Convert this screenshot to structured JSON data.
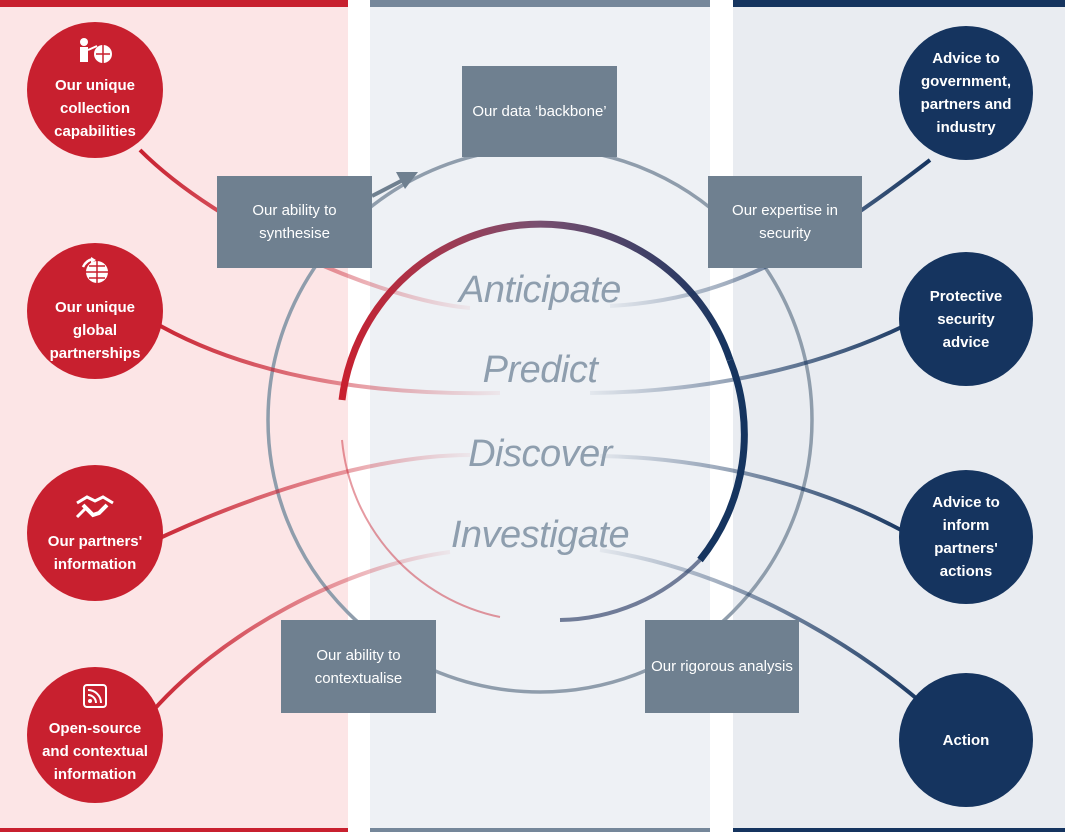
{
  "colors": {
    "red": "#c8202f",
    "navy": "#15345f",
    "box_grey": "#6f8090",
    "stage_text": "#8e9eae",
    "band_left": "#fce5e6",
    "band_mid": "#eef1f5",
    "band_right": "#e9ecf1"
  },
  "inputs": [
    {
      "label": "Our unique collection capabilities",
      "icon": "person-globe-icon"
    },
    {
      "label": "Our unique global partnerships",
      "icon": "globe-refresh-icon"
    },
    {
      "label": "Our partners' information",
      "icon": "handshake-icon"
    },
    {
      "label": "Open-source and contextual information",
      "icon": "rss-icon"
    }
  ],
  "outputs": [
    {
      "label": "Advice to government, partners and industry"
    },
    {
      "label": "Protective security advice"
    },
    {
      "label": "Advice to inform partners' actions"
    },
    {
      "label": "Action"
    }
  ],
  "capabilities": {
    "data_backbone": "Our data ‘backbone’",
    "synthesise": "Our ability to synthesise",
    "expertise": "Our expertise in security",
    "contextualise": "Our ability to contextualise",
    "analysis": "Our rigorous analysis"
  },
  "stages": [
    "Anticipate",
    "Predict",
    "Discover",
    "Investigate"
  ]
}
